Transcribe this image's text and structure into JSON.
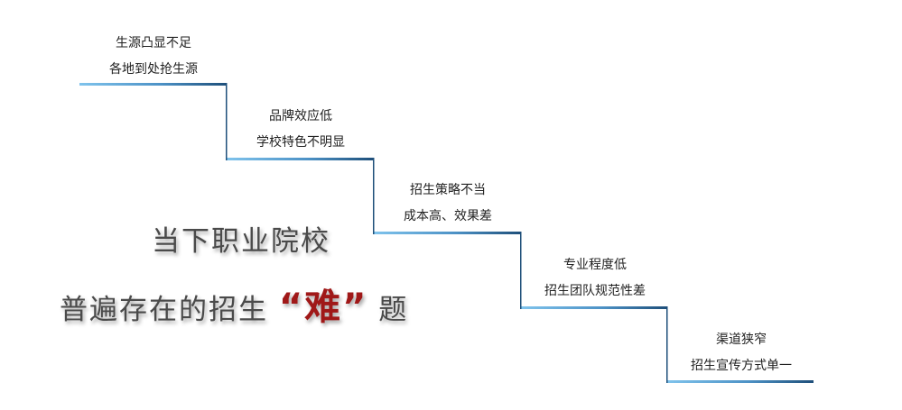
{
  "steps": [
    {
      "line1": "生源凸显不足",
      "line2": "各地到处抢生源"
    },
    {
      "line1": "品牌效应低",
      "line2": "学校特色不明显"
    },
    {
      "line1": "招生策略不当",
      "line2": "成本高、效果差"
    },
    {
      "line1": "专业程度低",
      "line2": "招生团队规范性差"
    },
    {
      "line1": "渠道狭窄",
      "line2": "招生宣传方式单一"
    }
  ],
  "headline": {
    "line1": "当下职业院校",
    "line2_prefix": "普遍存在的招生",
    "emphasis": "“难”",
    "line2_suffix": "题"
  },
  "colors": {
    "line_dark": "#1e4f7a",
    "line_light": "#7fc3ec",
    "emphasis": "#a01818"
  }
}
